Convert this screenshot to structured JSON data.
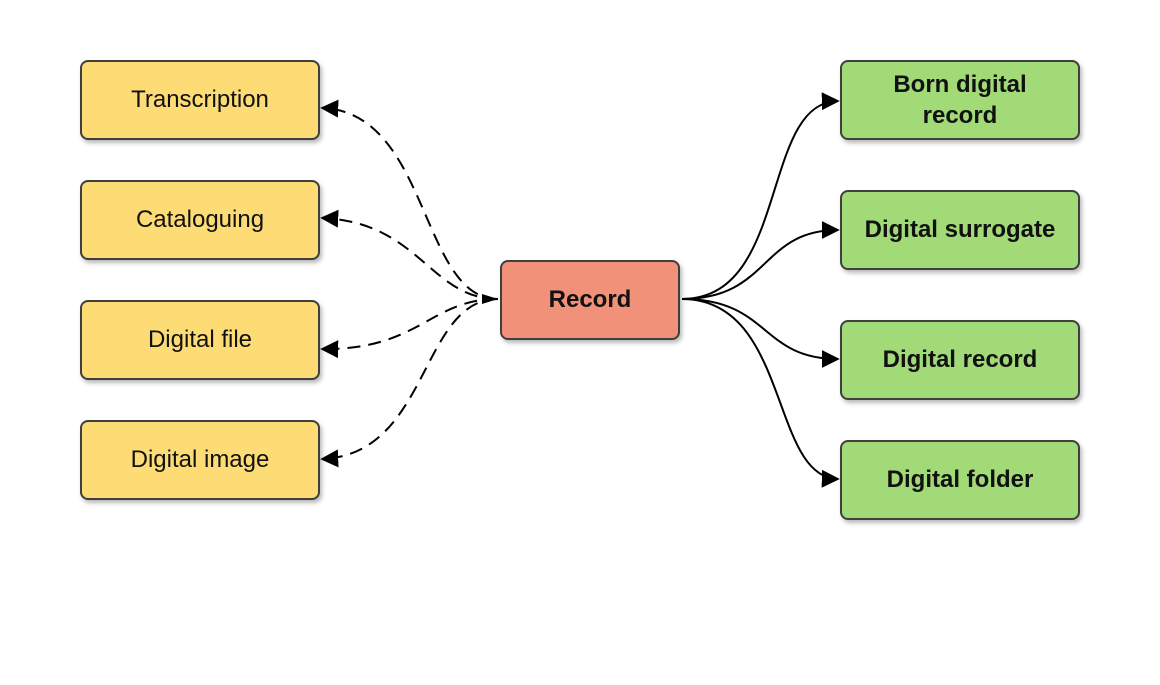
{
  "colors": {
    "related": "#fddb75",
    "center": "#f2917a",
    "types": "#a1da77",
    "border": "#3f3f3f",
    "connector": "#000000"
  },
  "center": {
    "label": "Record"
  },
  "related_items": [
    {
      "label": "Transcription"
    },
    {
      "label": "Cataloguing"
    },
    {
      "label": "Digital file"
    },
    {
      "label": "Digital image"
    }
  ],
  "type_items": [
    {
      "label": "Born digital record"
    },
    {
      "label": "Digital surrogate"
    },
    {
      "label": "Digital record"
    },
    {
      "label": "Digital folder"
    }
  ],
  "connectors": {
    "related_style": "dashed",
    "types_style": "solid"
  }
}
